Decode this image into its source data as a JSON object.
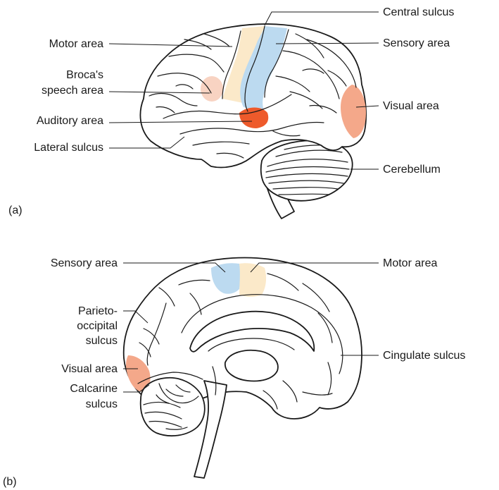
{
  "colors": {
    "motor": "#fbe9c9",
    "sensory": "#bcdaf0",
    "broca": "#f8d3c2",
    "auditory": "#ee5a2b",
    "visual": "#f4a88a"
  },
  "panel_a": {
    "tag": "(a)",
    "labels": {
      "central_sulcus": "Central sulcus",
      "motor_area": "Motor area",
      "sensory_area": "Sensory area",
      "broca_line1": "Broca's",
      "broca_line2": "speech area",
      "visual_area": "Visual area",
      "auditory_area": "Auditory area",
      "lateral_sulcus": "Lateral sulcus",
      "cerebellum": "Cerebellum"
    }
  },
  "panel_b": {
    "tag": "(b)",
    "labels": {
      "sensory_area": "Sensory area",
      "motor_area": "Motor area",
      "parieto_line1": "Parieto-",
      "parieto_line2": "occipital",
      "parieto_line3": "sulcus",
      "cingulate_sulcus": "Cingulate sulcus",
      "visual_area": "Visual area",
      "calcarine_line1": "Calcarine",
      "calcarine_line2": "sulcus"
    }
  }
}
